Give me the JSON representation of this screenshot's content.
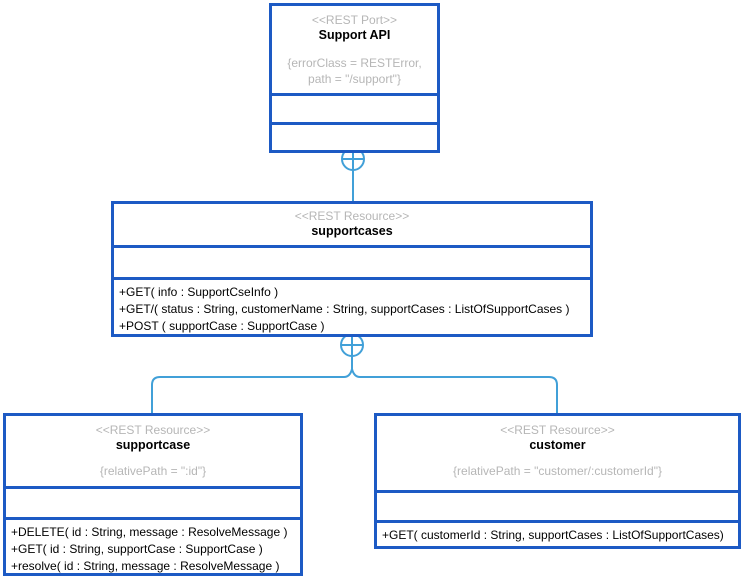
{
  "colors": {
    "box_border": "#1d5ac4",
    "connector": "#41a0d8",
    "muted_text": "#b6b6b6",
    "text": "#000000",
    "background": "#ffffff"
  },
  "nodes": {
    "support_api": {
      "stereotype": "<<REST Port>>",
      "name": "Support API",
      "constraint_line1": "{errorClass = RESTError,",
      "constraint_line2": "path = \"/support\"}"
    },
    "supportcases": {
      "stereotype": "<<REST Resource>>",
      "name": "supportcases",
      "methods": [
        "+GET( info : SupportCseInfo )",
        "+GET/( status : String, customerName : String, supportCases : ListOfSupportCases )",
        "+POST ( supportCase : SupportCase )"
      ]
    },
    "supportcase": {
      "stereotype": "<<REST Resource>>",
      "name": "supportcase",
      "constraint": "{relativePath = \":id\"}",
      "methods": [
        "+DELETE( id : String, message : ResolveMessage )",
        "+GET( id : String, supportCase : SupportCase )",
        "+resolve( id : String, message : ResolveMessage )"
      ]
    },
    "customer": {
      "stereotype": "<<REST Resource>>",
      "name": "customer",
      "constraint": "{relativePath = \"customer/:customerId\"}",
      "methods": [
        "+GET( customerId : String, supportCases : ListOfSupportCases)"
      ]
    }
  }
}
